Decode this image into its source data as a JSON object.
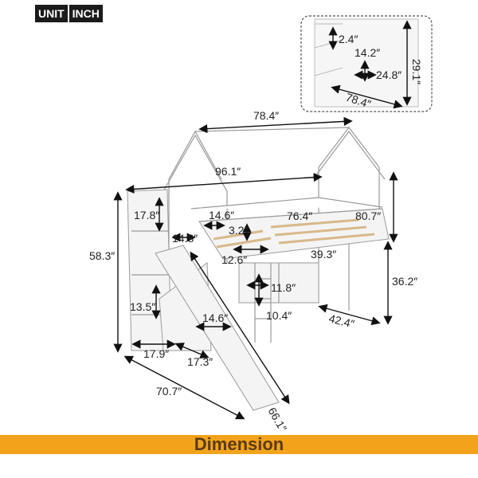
{
  "units": {
    "unit": "UNIT",
    "inch": "INCH"
  },
  "dimensions": {
    "length_top": "78.4″",
    "frame_length": "96.1″",
    "stair_height": "17.8″",
    "rail_height": "14.6″",
    "inner_length": "76.4″",
    "overall_height": "80.7″",
    "stair_width": "14.8″",
    "rail_gap": "3.2″",
    "total_height": "58.3″",
    "slat_gap": "12.6″",
    "bed_width": "39.3″",
    "drawer_height": "11.8″",
    "clearance_height": "36.2″",
    "ladder_gap": "10.4″",
    "step_height": "13.5″",
    "slide_width": "14.6″",
    "depth": "42.4″",
    "stair_depth": "17.9″",
    "stair_side": "17.3″",
    "slide_footprint": "70.7″",
    "slide_length": "66.1″"
  },
  "inset": {
    "top_gap": "2.4″",
    "panel_height": "14.2″",
    "panel_width": "24.8″",
    "inset_height": "29.1″",
    "inset_length": "78.4″"
  },
  "footer": {
    "title": "Dimension"
  },
  "colors": {
    "accent": "#f2a31b",
    "title_text": "#5a3a12",
    "slats": "#d8b98a"
  }
}
